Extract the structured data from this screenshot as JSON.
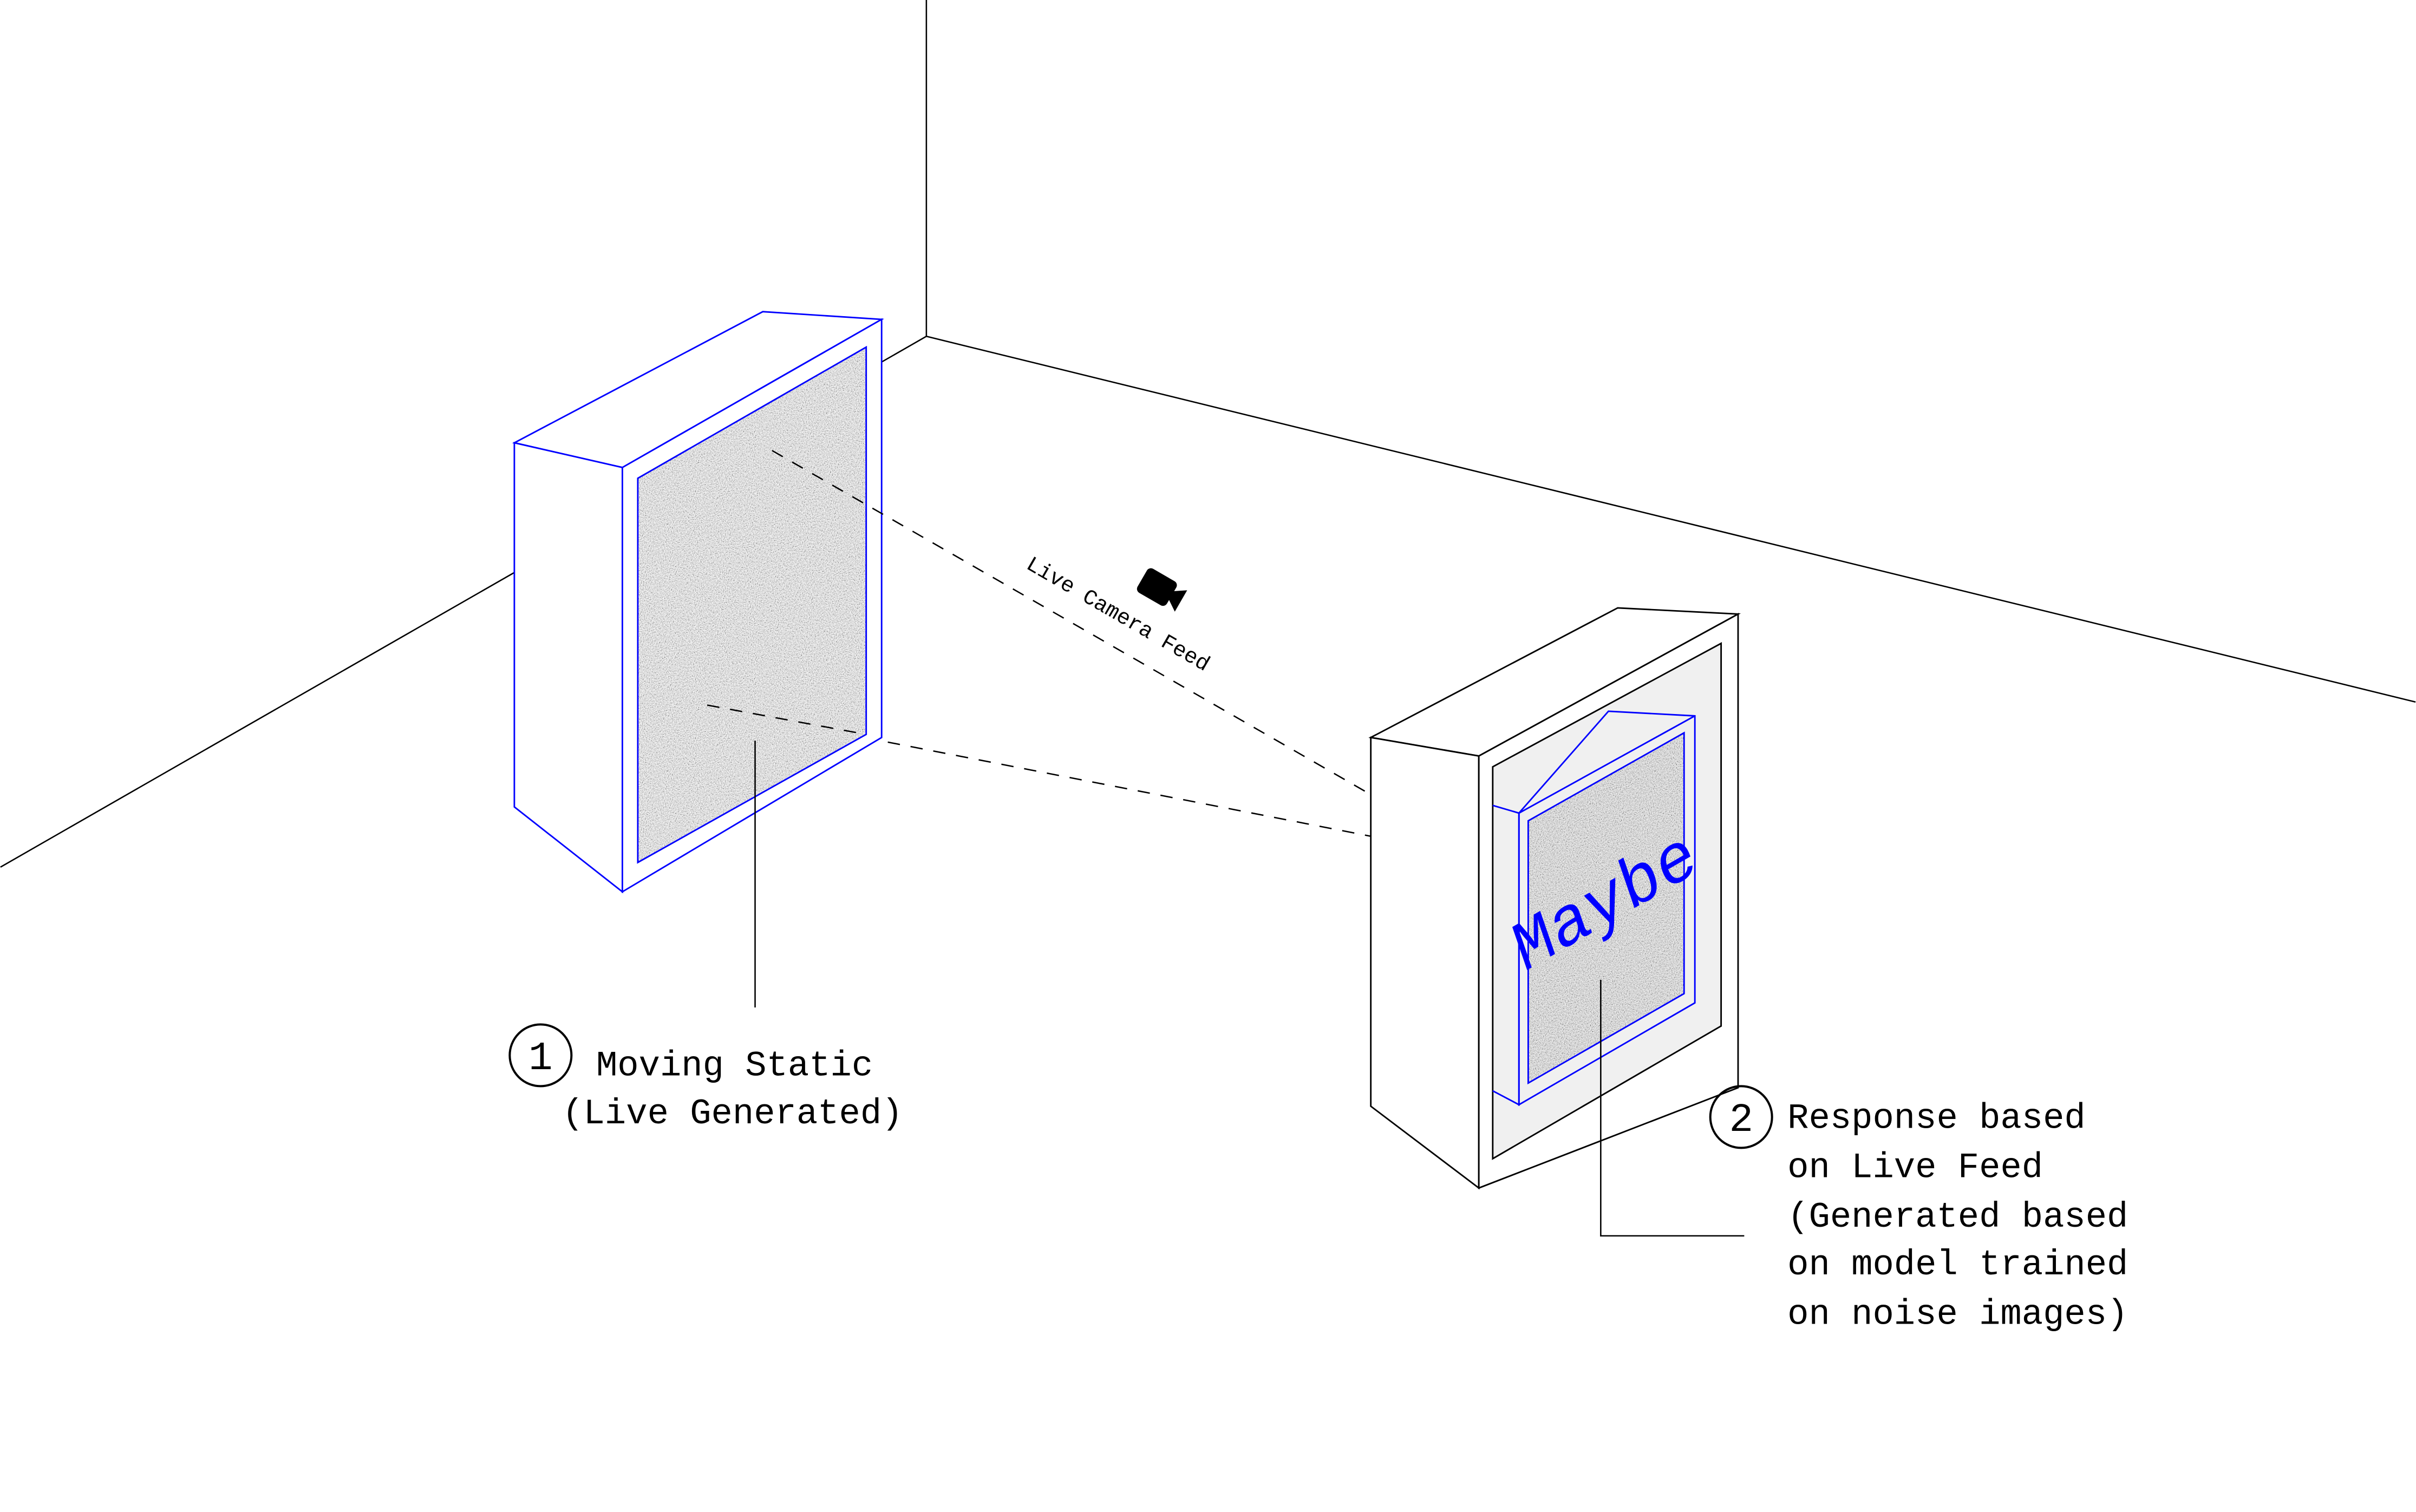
{
  "camera_label": "Live Camera Feed",
  "left_screen": {
    "number": "1",
    "label_lines": [
      "Moving Static",
      "(Live Generated)"
    ]
  },
  "right_screen": {
    "number": "2",
    "overlay_text": "Maybe",
    "label_lines": [
      "Response based",
      "on Live Feed",
      "(Generated based",
      "on model trained",
      "on noise images)"
    ]
  },
  "colors": {
    "accent": "#0000ff",
    "line": "#000000",
    "panel": "#f0f0f0"
  },
  "icons": [
    "video-camera-icon"
  ]
}
